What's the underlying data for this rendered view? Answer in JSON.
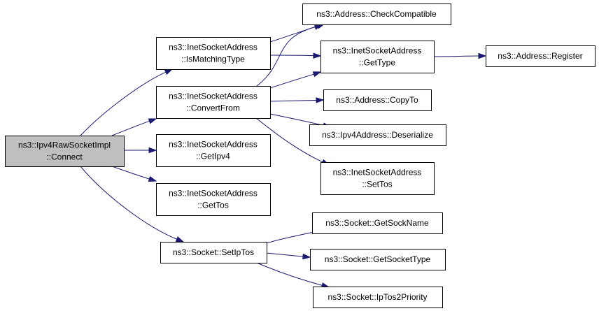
{
  "diagram": {
    "edge_color": "#191970",
    "root_fill": "#bfbfbf",
    "nodes": {
      "connect": {
        "lines": [
          "ns3::Ipv4RawSocketImpl",
          "::Connect"
        ],
        "highlighted": true
      },
      "is_matching_type": {
        "lines": [
          "ns3::InetSocketAddress",
          "::IsMatchingType"
        ]
      },
      "convert_from": {
        "lines": [
          "ns3::InetSocketAddress",
          "::ConvertFrom"
        ]
      },
      "get_ipv4": {
        "lines": [
          "ns3::InetSocketAddress",
          "::GetIpv4"
        ]
      },
      "get_tos": {
        "lines": [
          "ns3::InetSocketAddress",
          "::GetTos"
        ]
      },
      "set_ip_tos": {
        "lines": [
          "ns3::Socket::SetIpTos"
        ]
      },
      "check_compatible": {
        "lines": [
          "ns3::Address::CheckCompatible"
        ]
      },
      "get_type": {
        "lines": [
          "ns3::InetSocketAddress",
          "::GetType"
        ]
      },
      "register": {
        "lines": [
          "ns3::Address::Register"
        ]
      },
      "copy_to": {
        "lines": [
          "ns3::Address::CopyTo"
        ]
      },
      "deserialize": {
        "lines": [
          "ns3::Ipv4Address::Deserialize"
        ]
      },
      "set_tos": {
        "lines": [
          "ns3::InetSocketAddress",
          "::SetTos"
        ]
      },
      "get_sock_name": {
        "lines": [
          "ns3::Socket::GetSockName"
        ]
      },
      "get_socket_type": {
        "lines": [
          "ns3::Socket::GetSocketType"
        ]
      },
      "ip_tos2_priority": {
        "lines": [
          "ns3::Socket::IpTos2Priority"
        ]
      }
    },
    "edges": [
      {
        "from": "connect",
        "to": "is_matching_type"
      },
      {
        "from": "connect",
        "to": "convert_from"
      },
      {
        "from": "connect",
        "to": "get_ipv4"
      },
      {
        "from": "connect",
        "to": "get_tos"
      },
      {
        "from": "connect",
        "to": "set_ip_tos"
      },
      {
        "from": "is_matching_type",
        "to": "check_compatible"
      },
      {
        "from": "is_matching_type",
        "to": "get_type"
      },
      {
        "from": "convert_from",
        "to": "check_compatible"
      },
      {
        "from": "convert_from",
        "to": "get_type"
      },
      {
        "from": "convert_from",
        "to": "copy_to"
      },
      {
        "from": "convert_from",
        "to": "deserialize"
      },
      {
        "from": "convert_from",
        "to": "set_tos"
      },
      {
        "from": "get_type",
        "to": "register"
      },
      {
        "from": "set_ip_tos",
        "to": "get_sock_name"
      },
      {
        "from": "set_ip_tos",
        "to": "get_socket_type"
      },
      {
        "from": "set_ip_tos",
        "to": "ip_tos2_priority"
      }
    ]
  }
}
